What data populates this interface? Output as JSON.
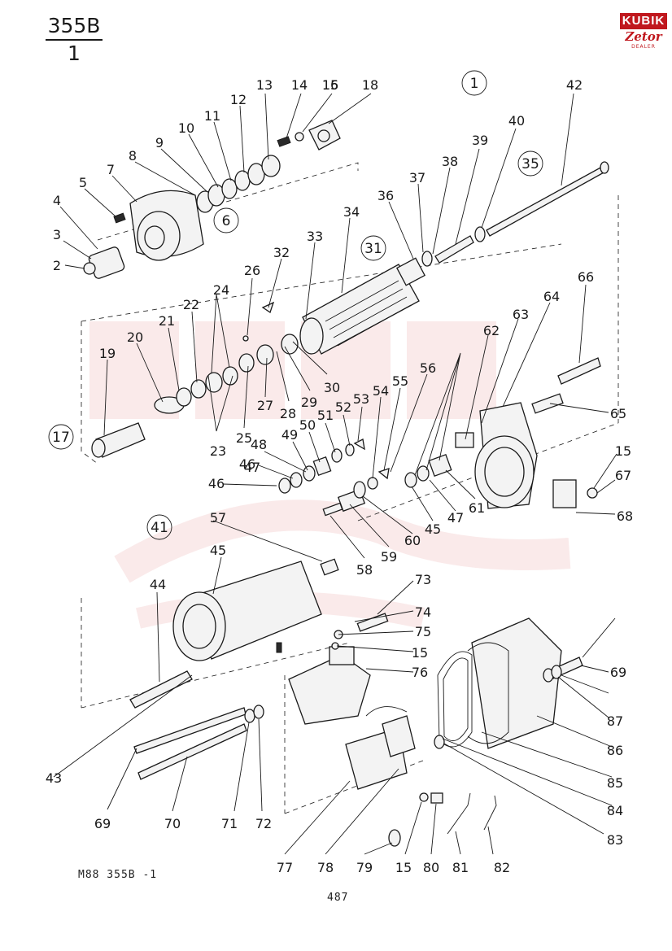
{
  "header": {
    "model": "355B",
    "sheet": "1"
  },
  "logo": {
    "top": "KUBIK",
    "brand": "Zetor",
    "sub": "DEALER"
  },
  "footer": {
    "code": "M88 355B -1",
    "page": "487"
  },
  "groups": [
    "1",
    "6",
    "17",
    "31",
    "35",
    "41"
  ],
  "callouts": [
    "2",
    "3",
    "4",
    "5",
    "7",
    "8",
    "9",
    "10",
    "11",
    "12",
    "13",
    "14",
    "15",
    "16",
    "18",
    "19",
    "20",
    "21",
    "22",
    "23",
    "24",
    "25",
    "26",
    "27",
    "28",
    "29",
    "30",
    "32",
    "33",
    "34",
    "36",
    "37",
    "38",
    "39",
    "40",
    "42",
    "43",
    "44",
    "45",
    "46",
    "47",
    "48",
    "49",
    "50",
    "51",
    "52",
    "53",
    "54",
    "55",
    "56",
    "57",
    "58",
    "59",
    "60",
    "61",
    "62",
    "63",
    "64",
    "65",
    "66",
    "67",
    "68",
    "69",
    "70",
    "71",
    "72",
    "73",
    "74",
    "75",
    "76",
    "77",
    "78",
    "79",
    "80",
    "81",
    "82",
    "83",
    "84",
    "85",
    "86",
    "87"
  ],
  "colors": {
    "ink": "#1a1a1a",
    "brand": "#c0181e",
    "watermark": "#f6d9d9"
  }
}
